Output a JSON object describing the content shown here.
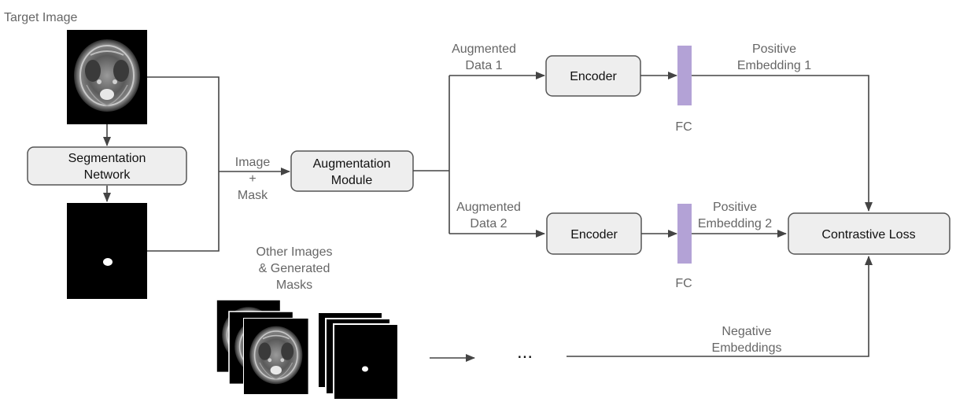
{
  "labels": {
    "target_image": "Target Image",
    "image_mask": [
      "Image",
      "+",
      "Mask"
    ],
    "aug_data_1": [
      "Augmented",
      "Data 1"
    ],
    "aug_data_2": [
      "Augmented",
      "Data 2"
    ],
    "pos_emb_1": [
      "Positive",
      "Embedding 1"
    ],
    "pos_emb_2": [
      "Positive",
      "Embedding 2"
    ],
    "fc_1": "FC",
    "fc_2": "FC",
    "other_images": [
      "Other Images",
      "& Generated",
      "Masks"
    ],
    "neg_emb": [
      "Negative",
      "Embeddings"
    ],
    "ellipsis": "..."
  },
  "boxes": {
    "segmentation": [
      "Segmentation",
      "Network"
    ],
    "augmentation": [
      "Augmentation",
      "Module"
    ],
    "encoder_1": "Encoder",
    "encoder_2": "Encoder",
    "contrastive": "Contrastive Loss"
  },
  "colors": {
    "fc_bar": "#b3a2d6",
    "box_fill": "#eeeeee",
    "box_stroke": "#555555",
    "line": "#444444",
    "label_text": "#666666"
  }
}
